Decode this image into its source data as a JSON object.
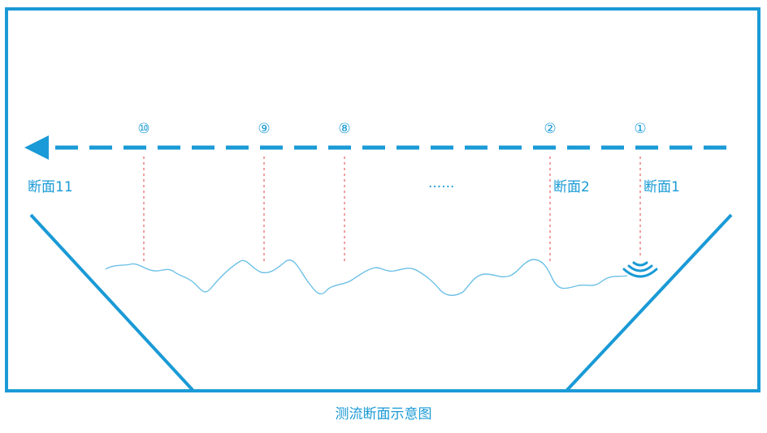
{
  "colors": {
    "accent": "#1a9ad6",
    "wave": "#6cc0e6",
    "dashed_vertical": "#e04040"
  },
  "section_numbers": {
    "n10": "⑩",
    "n9": "⑨",
    "n8": "⑧",
    "n2": "②",
    "n1": "①"
  },
  "section_labels": {
    "s11": "断面11",
    "s2": "断面2",
    "s1": "断面1",
    "ellipsis": "......"
  },
  "caption": "测流断面示意图",
  "icons": {
    "direction": "left-arrow-icon",
    "sonar": "sonar-wave-icon"
  }
}
